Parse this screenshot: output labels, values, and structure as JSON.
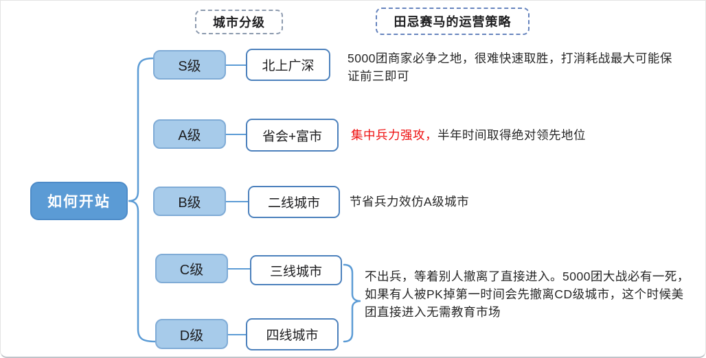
{
  "page": {
    "headers": {
      "city_tier_label": "城市分级",
      "strategy_label": "田忌赛马的运营策略"
    },
    "root": {
      "label": "如何开站"
    },
    "rows": [
      {
        "tier": "S级",
        "city": "北上广深",
        "note": "5000团商家必争之地，很难快速取胜，打消耗战最大可能保证前三即可"
      },
      {
        "tier": "A级",
        "city": "省会+富市",
        "note_highlight": "集中兵力强攻，",
        "note": "半年时间取得绝对领先地位"
      },
      {
        "tier": "B级",
        "city": "二线城市",
        "note": "节省兵力效仿A级城市"
      },
      {
        "tier": "C级",
        "city": "三线城市"
      },
      {
        "tier": "D级",
        "city": "四线城市"
      }
    ],
    "group_note_cd": "不出兵，等着别人撤离了直接进入。5000团大战必有一死，如果有人被PK掉第一时间会先撤离CD级城市，这个时候美团直接进入无需教育市场",
    "colors": {
      "root_fill": "#5b9bd5",
      "tier_fill": "#a7cbea",
      "tier_border": "#7fabd6",
      "city_border": "#4b80bc",
      "connector": "#5b9bd5",
      "highlight_red": "#ee1111",
      "dashed_gray_border": "#8b99ad",
      "dashed_blue_border": "#6583bd"
    }
  }
}
